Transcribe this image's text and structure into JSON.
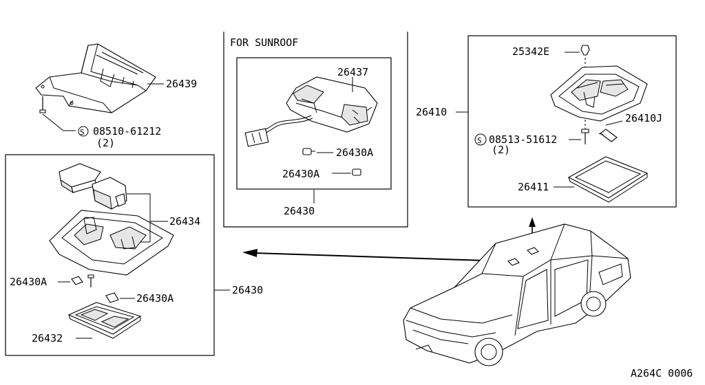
{
  "diagram": {
    "top_left": {
      "part_number": "26439",
      "screw_symbol": "S",
      "screw_part": "08510-61212",
      "screw_qty": "(2)"
    },
    "sunroof_box": {
      "heading": "FOR SUNROOF",
      "labels": {
        "lamp": "26437",
        "bulb_a": "26430A",
        "bulb_b": "26430A",
        "assembly": "26430"
      }
    },
    "right_box": {
      "assembly": "26410",
      "clip": "25342E",
      "screw_symbol": "S",
      "screw_part": "08513-51612",
      "screw_qty": "(2)",
      "bulb": "26410J",
      "lens": "26411"
    },
    "left_box": {
      "switch_pair": "26434",
      "bulb_a": "26430A",
      "bulb_b": "26430A",
      "lens": "26432",
      "assembly": "26430"
    },
    "figure_code": "A264C 0006"
  }
}
